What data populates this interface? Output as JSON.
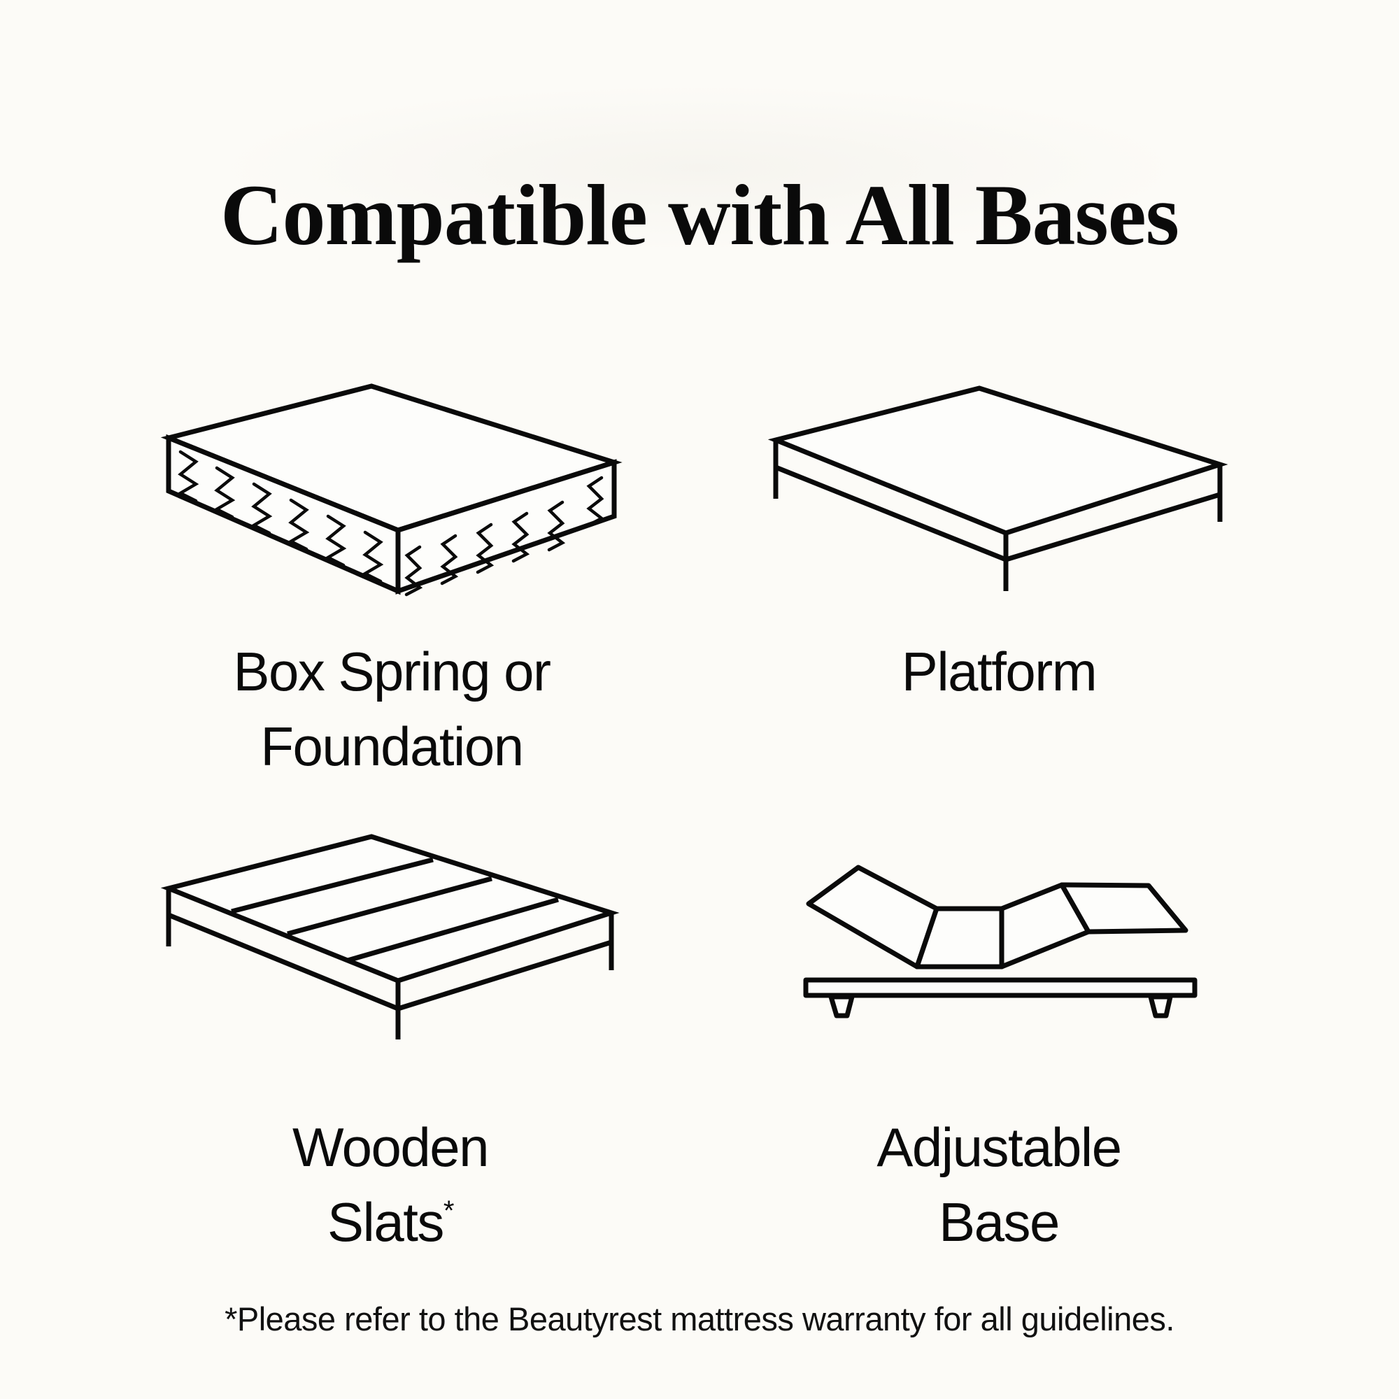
{
  "page": {
    "title": "Compatible with All Bases",
    "background_color": "#FCFBF7",
    "line_color": "#0a0a0a"
  },
  "bases": [
    {
      "id": "box-spring",
      "icon": "box-spring-icon",
      "label_line1": "Box Spring or",
      "label_line2": "Foundation",
      "footnote_marker": ""
    },
    {
      "id": "platform",
      "icon": "platform-bed-icon",
      "label_line1": "Platform",
      "label_line2": "",
      "footnote_marker": ""
    },
    {
      "id": "wooden-slats",
      "icon": "wooden-slats-icon",
      "label_line1": "Wooden",
      "label_line2": "Slats",
      "footnote_marker": "*"
    },
    {
      "id": "adjustable-base",
      "icon": "adjustable-base-icon",
      "label_line1": "Adjustable",
      "label_line2": "Base",
      "footnote_marker": ""
    }
  ],
  "footnote": "*Please refer to the Beautyrest mattress warranty for all guidelines."
}
